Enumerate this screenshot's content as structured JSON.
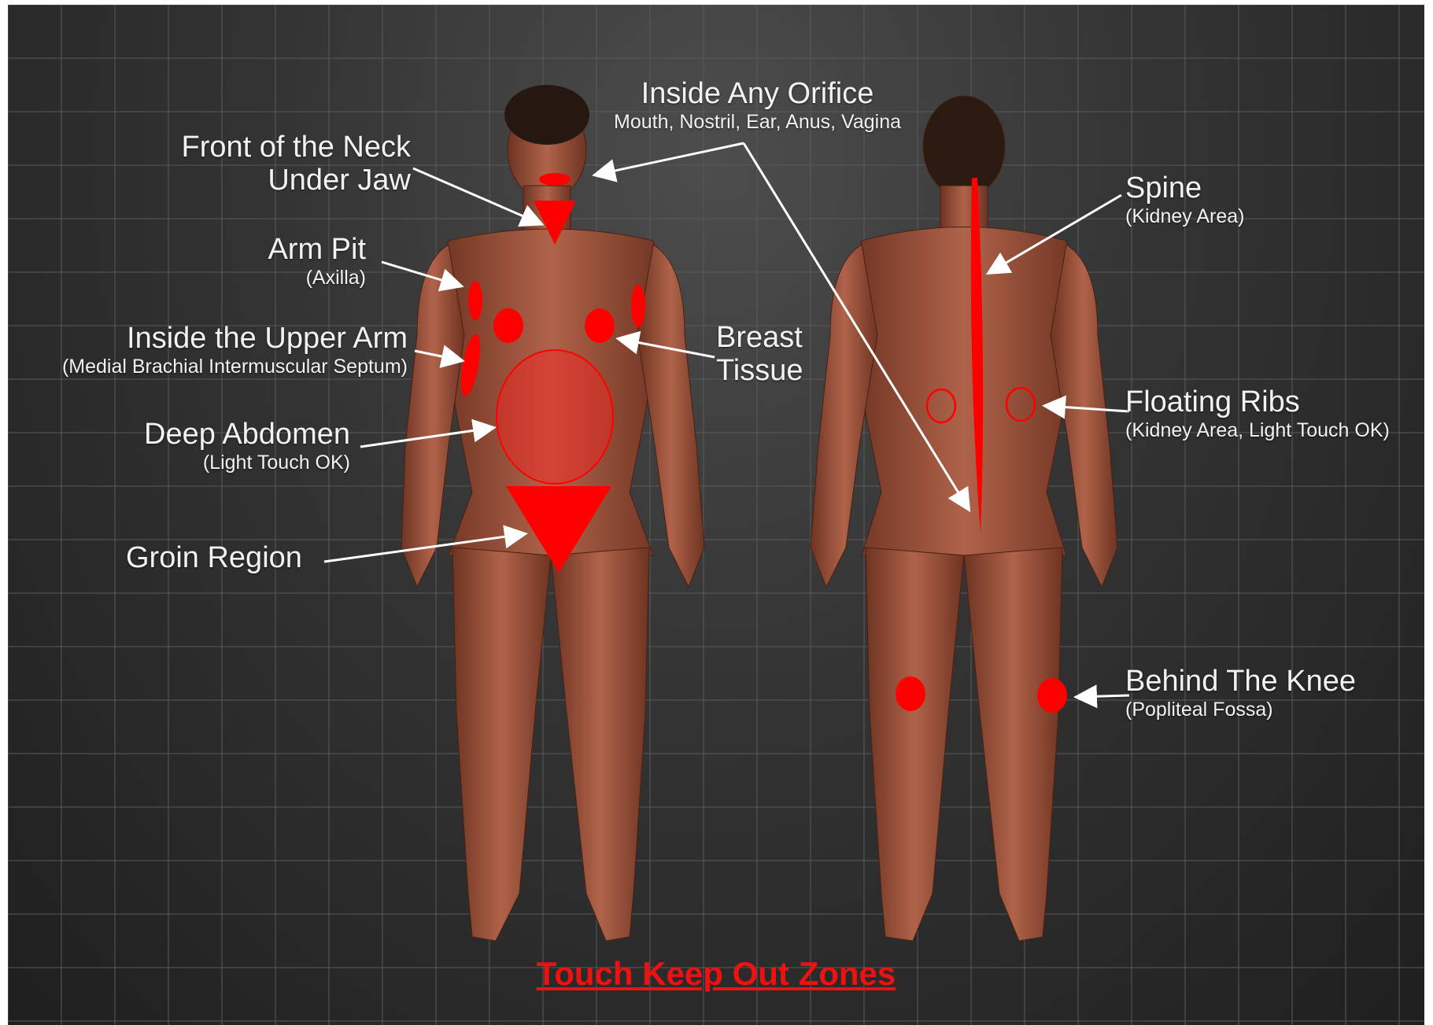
{
  "title": "Touch Keep Out Zones",
  "colors": {
    "zone": "#ff0000",
    "skin": "#a4573d",
    "background": "#2e2e2e",
    "label": "#f2f2f2"
  },
  "labels": {
    "orifice": {
      "main": "Inside Any Orifice",
      "sub": "Mouth, Nostril, Ear, Anus, Vagina"
    },
    "neck": {
      "line1": "Front of the Neck",
      "line2": "Under Jaw"
    },
    "armpit": {
      "main": "Arm Pit",
      "sub": "(Axilla)"
    },
    "upper_arm": {
      "main": "Inside the Upper Arm",
      "sub": "(Medial Brachial Intermuscular Septum)"
    },
    "abdomen": {
      "main": "Deep Abdomen",
      "sub": "(Light Touch OK)"
    },
    "groin": {
      "main": "Groin Region"
    },
    "breast": {
      "line1": "Breast",
      "line2": "Tissue"
    },
    "spine": {
      "main": "Spine",
      "sub": "(Kidney Area)"
    },
    "ribs": {
      "main": "Floating Ribs",
      "sub": "(Kidney Area, Light Touch OK)"
    },
    "knee": {
      "main": "Behind The Knee",
      "sub": "(Popliteal Fossa)"
    }
  }
}
